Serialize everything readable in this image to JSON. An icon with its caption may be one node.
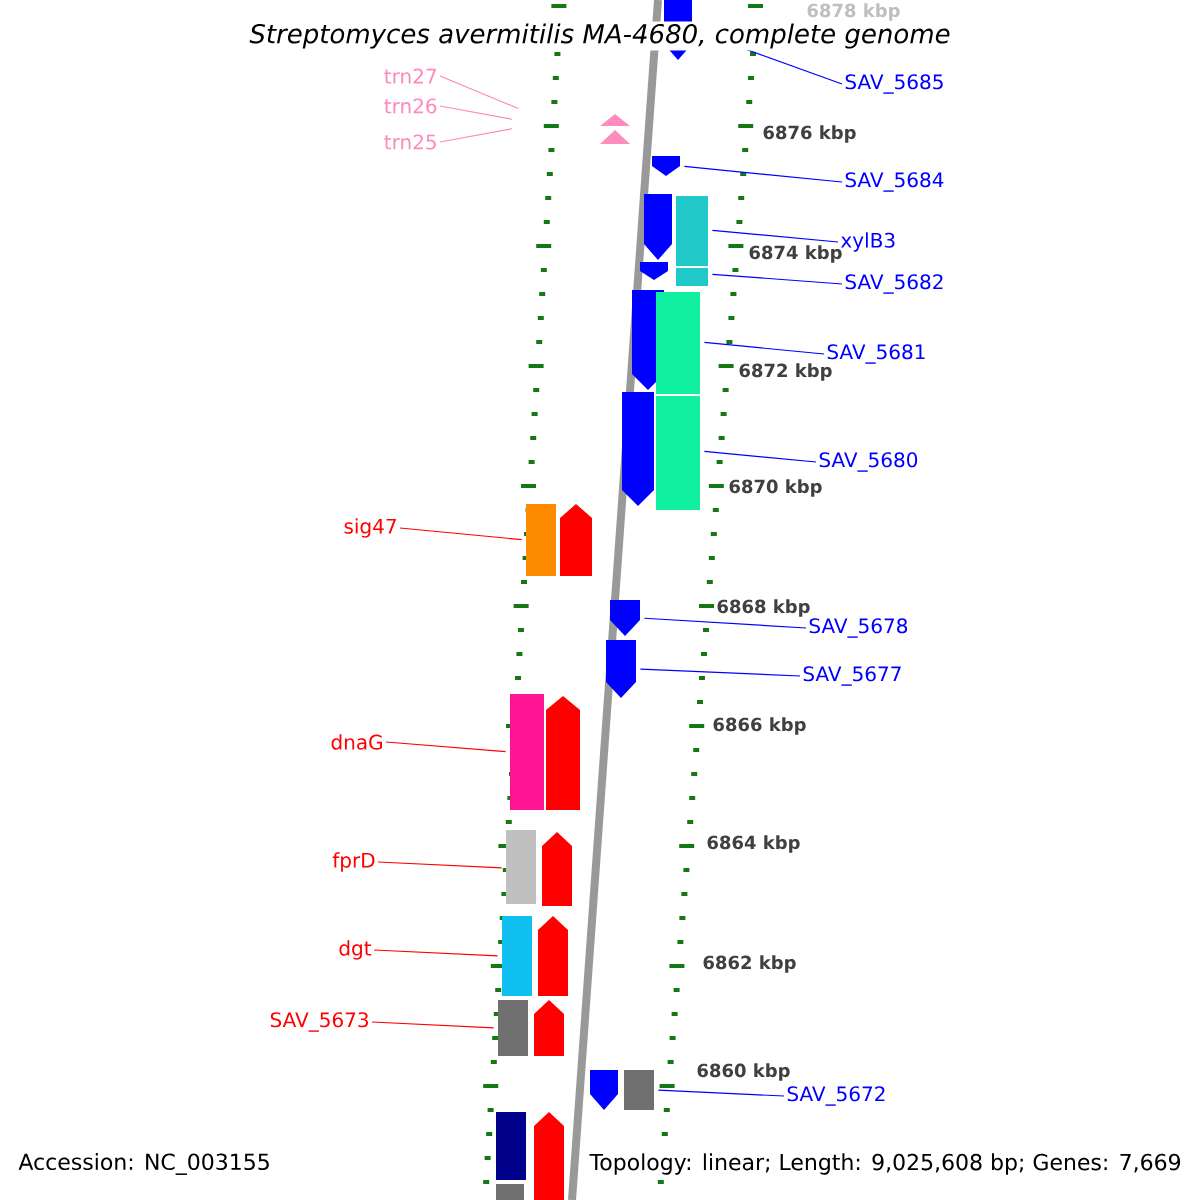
{
  "diagram": {
    "title": "Streptomyces avermitilis MA-4680, complete genome",
    "nodes": [
      {
        "text": [
          "trn27"
        ]
      },
      {
        "text": [
          "trn26"
        ]
      },
      {
        "text": [
          "trn25"
        ]
      },
      {
        "text": [
          "SAV_5685"
        ]
      },
      {
        "text": [
          "SAV_5684"
        ]
      },
      {
        "text": [
          "xylB3"
        ]
      },
      {
        "text": [
          "SAV_5682"
        ]
      },
      {
        "text": [
          "SAV_5681"
        ]
      },
      {
        "text": [
          "SAV_5680"
        ]
      },
      {
        "text": [
          "sig47"
        ]
      },
      {
        "text": [
          "SAV_5678"
        ]
      },
      {
        "text": [
          "SAV_5677"
        ]
      },
      {
        "text": [
          "dnaG"
        ]
      },
      {
        "text": [
          "fprD"
        ]
      },
      {
        "text": [
          "dgt"
        ]
      },
      {
        "text": [
          "SAV_5673"
        ]
      },
      {
        "text": [
          "SAV_5672"
        ]
      },
      {
        "text": [],
        "shape": "bar"
      },
      {
        "text": [],
        "shape": "bar"
      },
      {
        "text": [],
        "shape": "bar"
      },
      {
        "text": [],
        "shape": "bar"
      },
      {
        "text": [],
        "shape": "bar"
      },
      {
        "text": [],
        "shape": "bar"
      },
      {
        "text": [],
        "shape": "bar"
      },
      {
        "text": [],
        "shape": "bar"
      },
      {
        "text": [],
        "shape": "bar"
      },
      {
        "text": [],
        "shape": "bar"
      },
      {
        "text": [],
        "shape": "bar"
      },
      {
        "text": [],
        "shape": "bar"
      },
      {
        "text": [],
        "shape": "bar"
      },
      {
        "text": [],
        "shape": "bar"
      }
    ],
    "edges": [
      {
        "from": 0,
        "to": null,
        "arrow": "none",
        "color": "#ff88bb"
      },
      {
        "from": 1,
        "to": null,
        "arrow": "none",
        "color": "#ff88bb"
      },
      {
        "from": 2,
        "to": null,
        "arrow": "none",
        "color": "#ff88bb"
      },
      {
        "from": 3,
        "to": 17,
        "arrow": "none"
      },
      {
        "from": 4,
        "to": 18,
        "arrow": "none"
      },
      {
        "from": 5,
        "to": 19,
        "arrow": "none"
      },
      {
        "from": 6,
        "to": 20,
        "arrow": "none"
      },
      {
        "from": 7,
        "to": 21,
        "arrow": "none"
      },
      {
        "from": 8,
        "to": 22,
        "arrow": "none"
      },
      {
        "from": 9,
        "to": 23,
        "arrow": "none",
        "color": "#ff0000"
      },
      {
        "from": 10,
        "to": 24,
        "arrow": "none"
      },
      {
        "from": 11,
        "to": 25,
        "arrow": "none"
      },
      {
        "from": 12,
        "to": 26,
        "arrow": "none",
        "color": "#ff0000"
      },
      {
        "from": 13,
        "to": 27,
        "arrow": "none",
        "color": "#ff0000"
      },
      {
        "from": 14,
        "to": 28,
        "arrow": "none",
        "color": "#ff0000"
      },
      {
        "from": 15,
        "to": 29,
        "arrow": "none",
        "color": "#ff0000"
      },
      {
        "from": 16,
        "to": 30,
        "arrow": "none"
      }
    ],
    "labels": [
      "6878 kbp",
      "6876 kbp",
      "6874 kbp",
      "6872 kbp",
      "6870 kbp",
      "6868 kbp",
      "6866 kbp",
      "6864 kbp",
      "6862 kbp",
      "6860 kbp",
      "Accession: NC_003155",
      "Topology: linear; Length: 9,025,608 bp; Genes: 7,669"
    ]
  }
}
